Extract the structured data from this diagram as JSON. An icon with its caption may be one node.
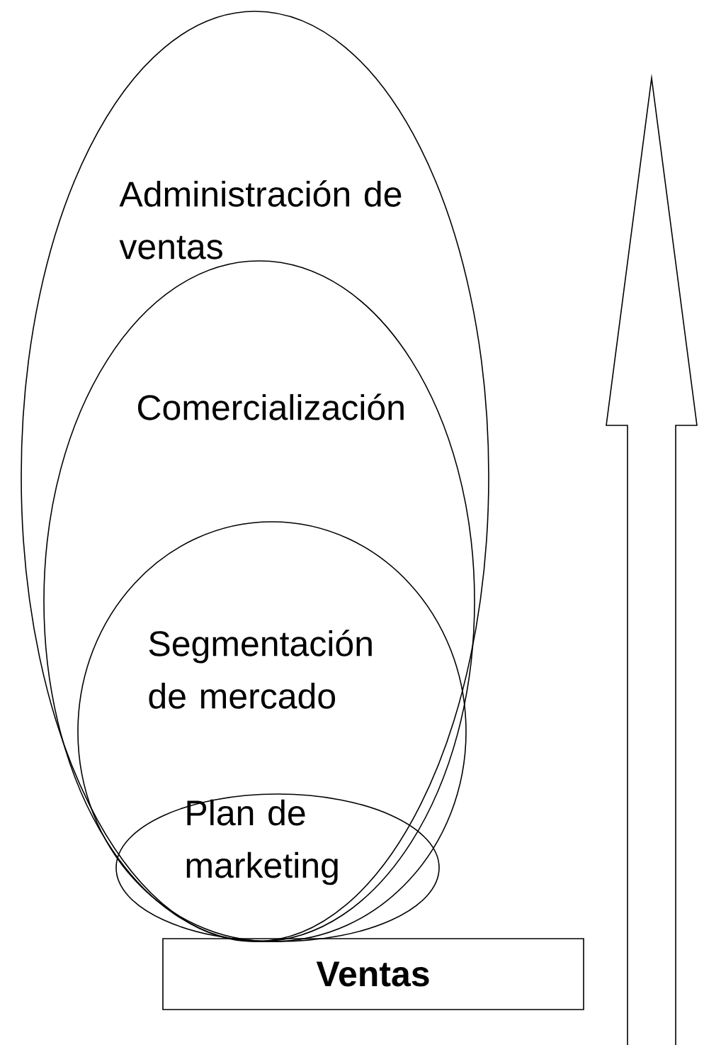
{
  "diagram": {
    "nodes": [
      {
        "text": [
          "Administración de ventas"
        ]
      },
      {
        "text": [
          "Comercialización"
        ],
        "in": 0
      },
      {
        "text": [
          "Segmentación de mercado"
        ],
        "in": 1
      },
      {
        "text": [
          "Plan de marketing"
        ],
        "in": 2
      },
      {
        "text": [
          "Ventas"
        ]
      }
    ]
  }
}
